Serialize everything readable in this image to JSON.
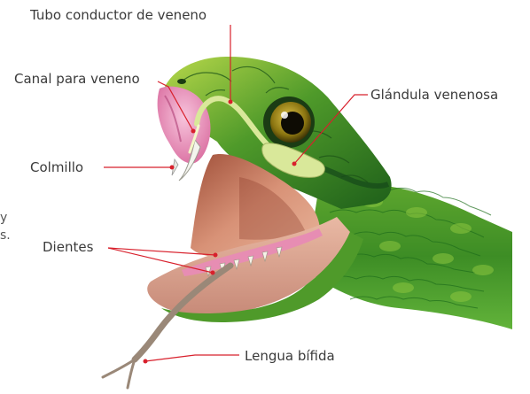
{
  "labels": {
    "tubo": "Tubo conductor de veneno",
    "canal": "Canal para veneno",
    "glandula": "Glándula venenosa",
    "colmillo": "Colmillo",
    "dientes": "Dientes",
    "lengua": "Lengua bífida"
  },
  "fragments": {
    "f1": "y",
    "f2": "s."
  },
  "colors": {
    "leader": "#d8202c",
    "scale_dark": "#1f6e1c",
    "scale_mid": "#3f9a2a",
    "scale_light": "#8cc63f",
    "mouth_inner": "#c9805f",
    "gum": "#e37bab",
    "gland": "#d9e89a",
    "eye": "#8a7410",
    "tongue": "#9a8878"
  }
}
